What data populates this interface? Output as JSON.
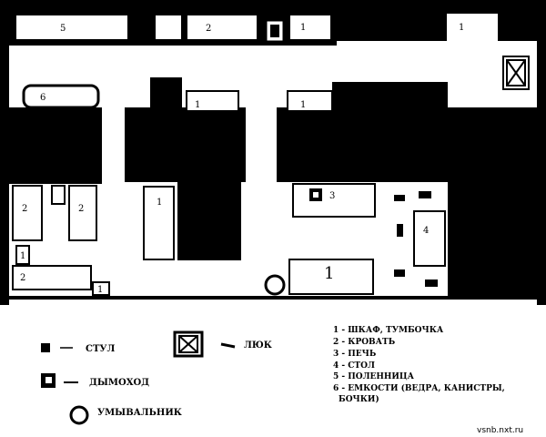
{
  "item_labels": {
    "l5_top": "5",
    "l2_top": "2",
    "l1_top_a": "1",
    "l1_top_b": "1",
    "l6": "6",
    "l1_mid_a": "1",
    "l1_mid_b": "1",
    "l2_left_a": "2",
    "l2_left_b": "2",
    "l1_room": "1",
    "l3": "3",
    "l4": "4",
    "l1_small": "1",
    "l2_bottom": "2",
    "l1_bottom": "1",
    "l1_big": "1"
  },
  "legend": {
    "chair": "СТУЛ",
    "hatch": "ЛЮК",
    "chimney": "ДЫМОХОД",
    "washbasin": "УМЫВАЛЬНИК",
    "dash": "—",
    "key": [
      "1 - ШКАФ, ТУМБОЧКА",
      "2 - КРОВАТЬ",
      "3 - ПЕЧЬ",
      "4 - СТОЛ",
      "5 - ПОЛЕННИЦА",
      "6 - ЕМКОСТИ (ВЕДРА, КАНИСТРЫ,",
      "БОЧКИ)"
    ]
  },
  "watermark": "vsnb.nxt.ru"
}
